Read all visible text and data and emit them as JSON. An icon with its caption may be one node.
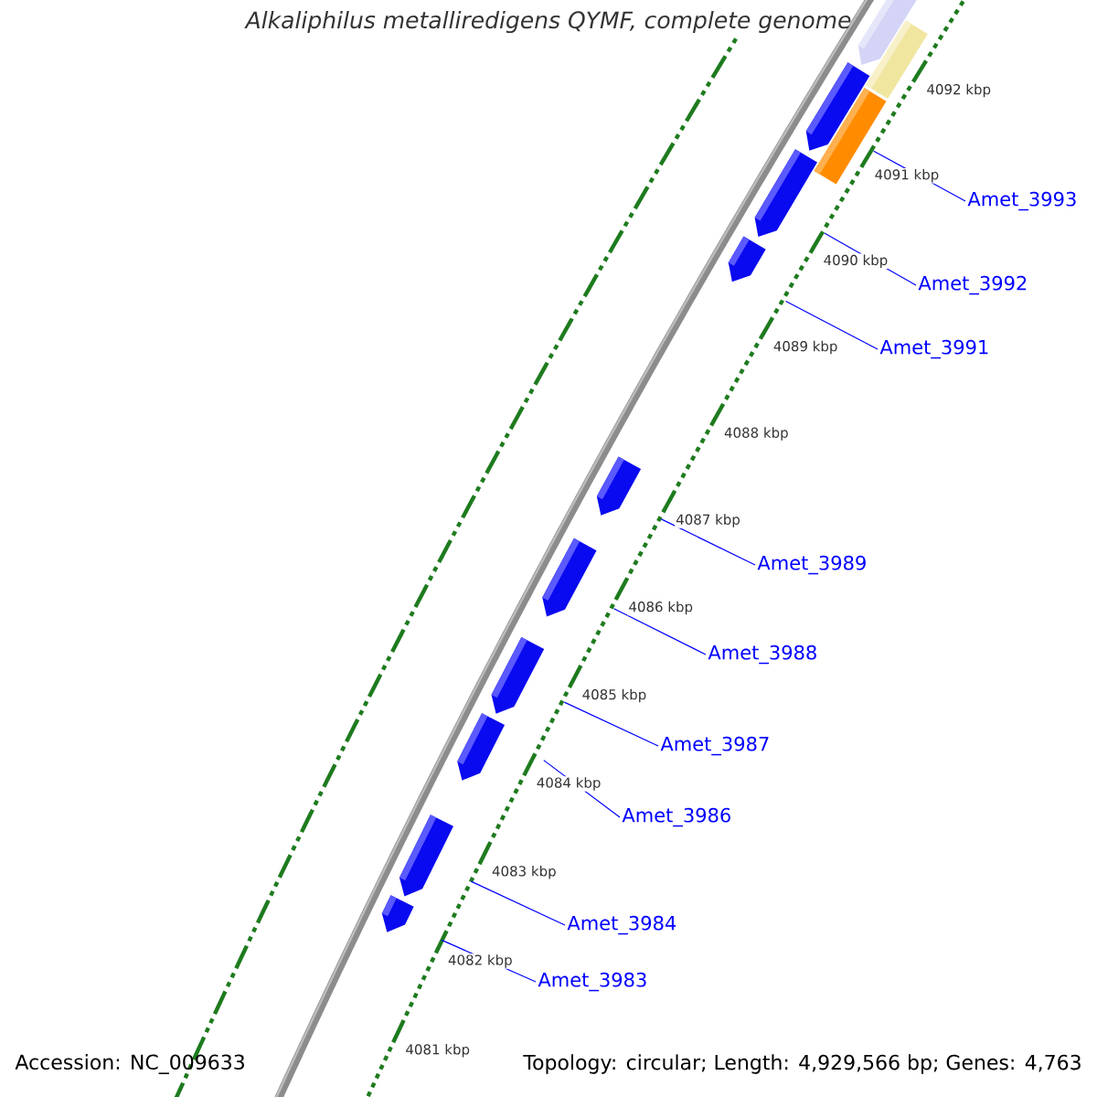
{
  "diagram": {
    "title": "Alkaliphilus metalliredigens QYMF, complete genome",
    "nodes": [
      {
        "text": [
          "Amet_3993"
        ]
      },
      {
        "text": [
          "Amet_3992"
        ]
      },
      {
        "text": [
          "Amet_3991"
        ]
      },
      {
        "text": [
          "Amet_3989"
        ]
      },
      {
        "text": [
          "Amet_3988"
        ]
      },
      {
        "text": [
          "Amet_3987"
        ]
      },
      {
        "text": [
          "Amet_3986"
        ]
      },
      {
        "text": [
          "Amet_3984"
        ]
      },
      {
        "text": [
          "Amet_3983"
        ]
      }
    ],
    "edges": [
      {
        "from": 0,
        "to": null,
        "arrow": "none"
      },
      {
        "from": 1,
        "to": null,
        "arrow": "none"
      },
      {
        "from": 2,
        "to": null,
        "arrow": "none"
      },
      {
        "from": 3,
        "to": null,
        "arrow": "none"
      },
      {
        "from": 4,
        "to": null,
        "arrow": "none"
      },
      {
        "from": 5,
        "to": null,
        "arrow": "none"
      },
      {
        "from": 6,
        "to": null,
        "arrow": "none"
      },
      {
        "from": 7,
        "to": null,
        "arrow": "none"
      },
      {
        "from": 8,
        "to": null,
        "arrow": "none"
      }
    ],
    "labels": [
      "4092 kbp",
      "4091 kbp",
      "4090 kbp",
      "4089 kbp",
      "4088 kbp",
      "4087 kbp",
      "4086 kbp",
      "4085 kbp",
      "4084 kbp",
      "4083 kbp",
      "4082 kbp",
      "4081 kbp",
      "Accession: NC_009633",
      "Topology: circular; Length: 4,929,566 bp; Genes: 4,763"
    ]
  }
}
